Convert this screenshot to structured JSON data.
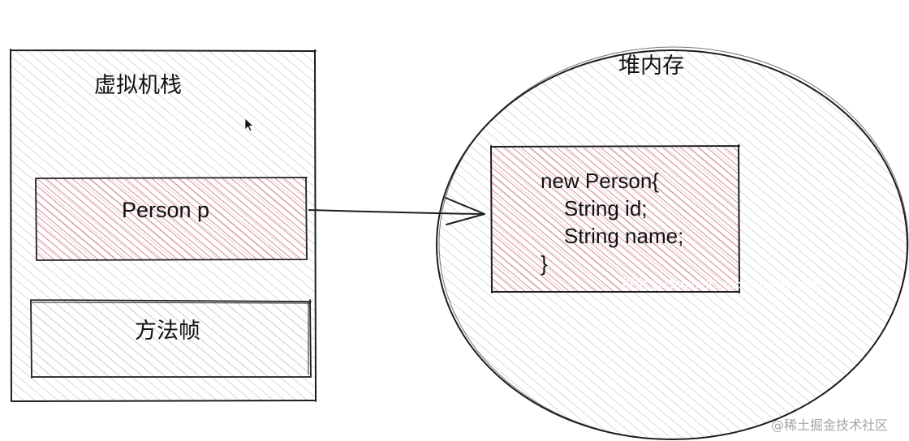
{
  "diagram": {
    "stack": {
      "title": "虚拟机栈",
      "reference_label": "Person p",
      "frame_label": "方法帧"
    },
    "heap": {
      "title": "堆内存",
      "object_code": "new Person{\n    String id;\n    String name;\n}"
    },
    "colors": {
      "hatch_gray": "#c9c9c9",
      "hatch_red": "#e07d86",
      "stroke": "#1e1e1e"
    }
  },
  "watermarks": {
    "middle": "掘金 @Oshine2...n.cdn.pj1fxk.com",
    "bottom": "@稀土掘金技术社区"
  }
}
